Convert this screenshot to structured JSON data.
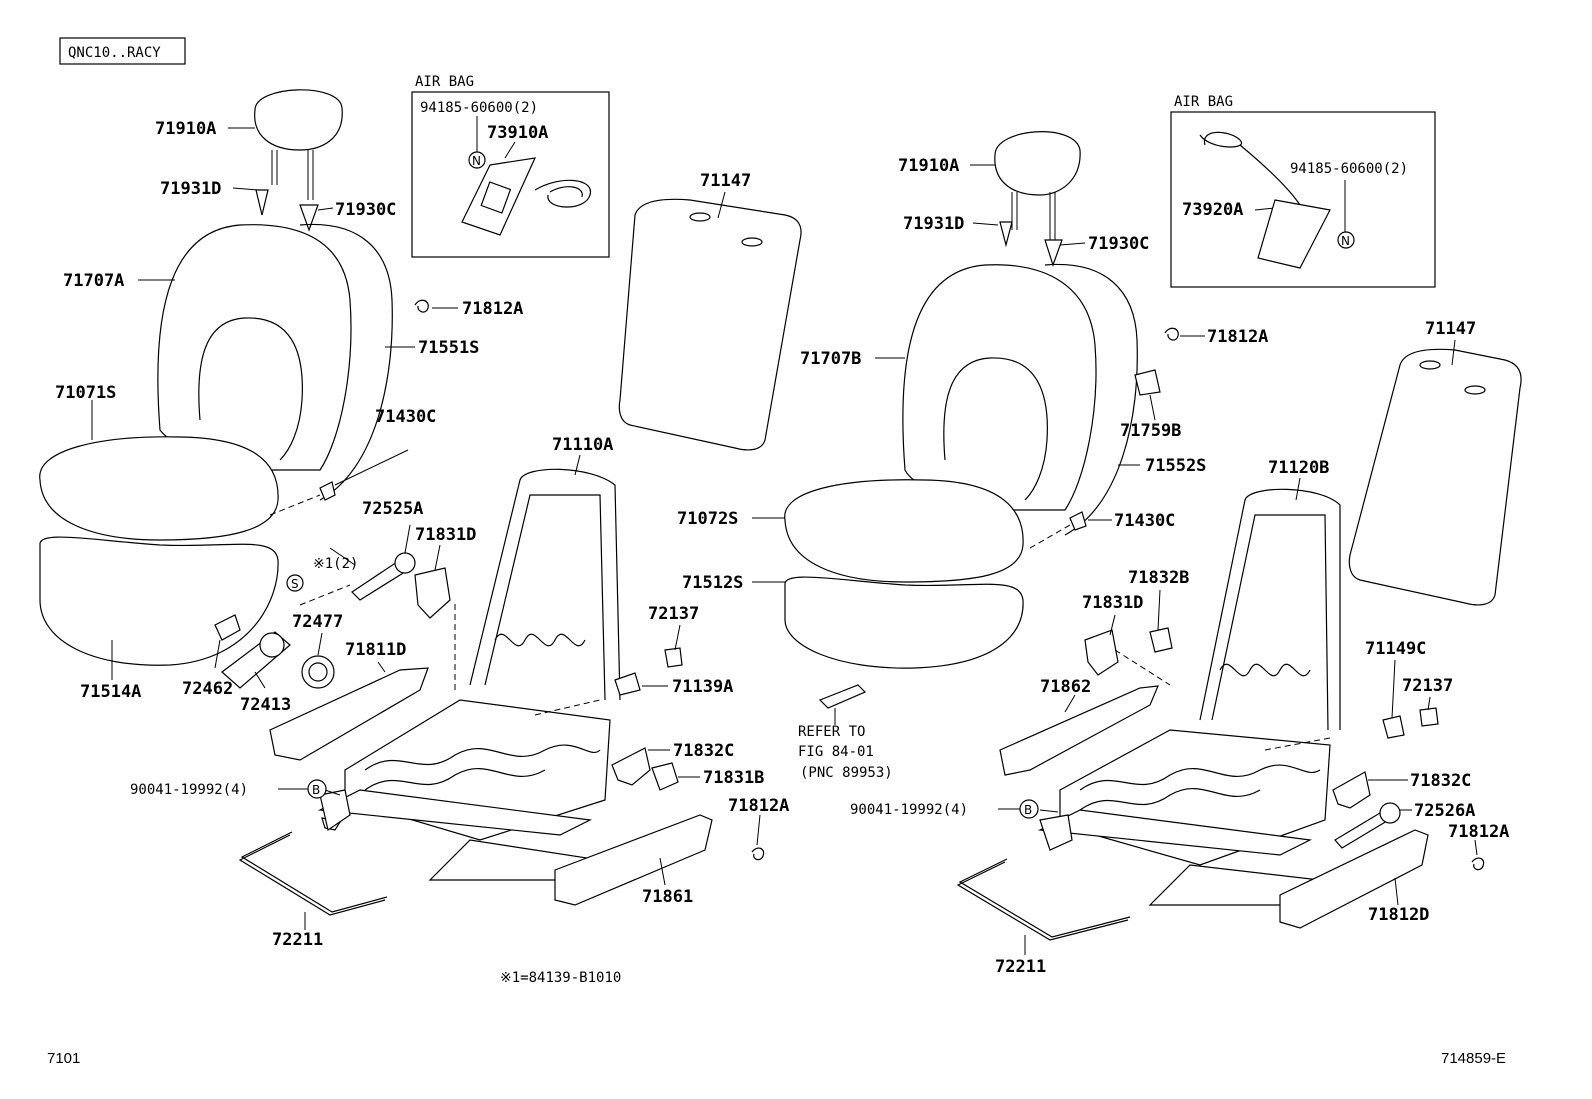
{
  "model_box": "QNC10..RACY",
  "airbag_left": {
    "title": "AIR BAG",
    "bolt": "94185-60600(2)",
    "part": "73910A",
    "symbol": "N"
  },
  "airbag_right": {
    "title": "AIR BAG",
    "bolt": "94185-60600(2)",
    "part": "73920A",
    "symbol": "N"
  },
  "left_labels": {
    "headrest": "71910A",
    "support_d": "71931D",
    "support_c": "71930C",
    "back_pad": "71707A",
    "clip": "71812A",
    "back_cover": "71551S",
    "cushion_cover": "71071S",
    "grommet": "71430C",
    "cushion_pad": "71514A",
    "frame": "71110A",
    "lever": "72525A",
    "cover_d": "71831D",
    "note_s": "※1(2)",
    "sym_s": "S",
    "knob": "72477",
    "shield_d": "71811D",
    "plate": "72462",
    "recliner": "72413",
    "bolt_b": "90041-19992(4)",
    "sym_b": "B",
    "rod": "72211",
    "hinge": "72137",
    "bracket": "71139A",
    "cover_c": "71832C",
    "cover_b": "71831B",
    "clip2": "71812A",
    "shield": "71861",
    "board": "71147"
  },
  "center": {
    "cushion_cover_b": "71072S",
    "cushion_pad_b": "71512S",
    "refer": [
      "REFER TO",
      "FIG 84-01",
      "(PNC 89953)"
    ],
    "footnote": "※1=84139-B1010"
  },
  "right_labels": {
    "headrest": "71910A",
    "support_d": "71931D",
    "support_c": "71930C",
    "clip": "71812A",
    "back_pad": "71707B",
    "hook": "71759B",
    "back_cover": "71552S",
    "grommet": "71430C",
    "frame": "71120B",
    "cover_b": "71832B",
    "cover_d": "71831D",
    "shield_862": "71862",
    "bracket_c": "71149C",
    "hinge": "72137",
    "cover_c": "71832C",
    "lever": "72526A",
    "clip2": "71812A",
    "bolt_b": "90041-19992(4)",
    "sym_b": "B",
    "shield_d": "71812D",
    "rod": "72211",
    "board": "71147"
  },
  "footer": {
    "left": "7101",
    "right": "714859-E"
  }
}
